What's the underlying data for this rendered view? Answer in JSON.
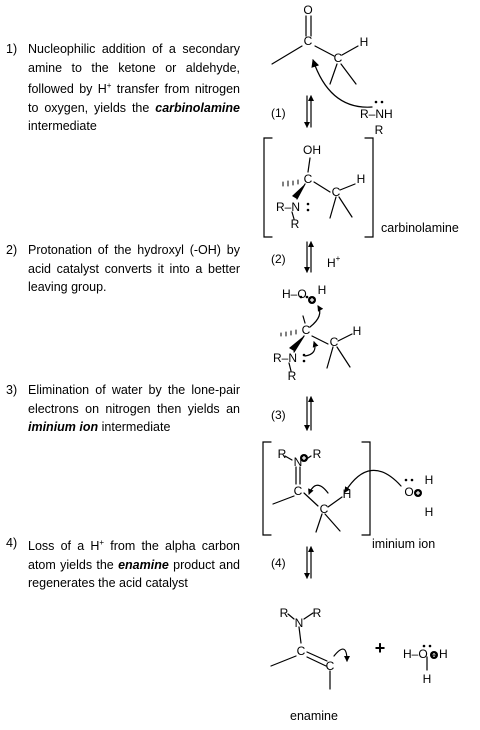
{
  "steps": [
    {
      "number": "1)",
      "parts": [
        {
          "t": "Nucleophilic addition of a secondary amine to the ketone or aldehyde, followed by H"
        },
        {
          "t": "+",
          "sup": true
        },
        {
          "t": " transfer from nitrogen to oxygen, yields the "
        },
        {
          "t": "carbinolamine",
          "em": true
        },
        {
          "t": " intermediate"
        }
      ]
    },
    {
      "number": "2)",
      "parts": [
        {
          "t": "Protonation of the hydroxyl (-OH) by acid catalyst converts it into a better leaving group."
        }
      ]
    },
    {
      "number": "3)",
      "parts": [
        {
          "t": "Elimination of water by the lone-pair electrons on nitrogen then yields an "
        },
        {
          "t": "iminium ion",
          "em": true
        },
        {
          "t": " intermediate"
        }
      ]
    },
    {
      "number": "4)",
      "parts": [
        {
          "t": "Loss of a H"
        },
        {
          "t": "+",
          "sup": true
        },
        {
          "t": " from the alpha carbon atom yields the "
        },
        {
          "t": "enamine",
          "em": true
        },
        {
          "t": " product and regenerates the acid catalyst"
        }
      ]
    }
  ],
  "scheme": {
    "step_labels": [
      "(1)",
      "(2)",
      "(3)",
      "(4)"
    ],
    "reagent_h_plus": "H",
    "reagent_h_plus_sup": "+",
    "plus_sign": "+",
    "names": {
      "carbinolamine": "carbinolamine",
      "iminium": "iminium ion",
      "enamine": "enamine"
    },
    "atoms": {
      "O": "O",
      "C": "C",
      "H": "H",
      "N": "N",
      "R": "R",
      "OH": "OH",
      "R_dash": "R–",
      "R_dash_N": "R–N",
      "R_dash_NH": "R–NH",
      "H_dash_O": "H–O"
    }
  }
}
